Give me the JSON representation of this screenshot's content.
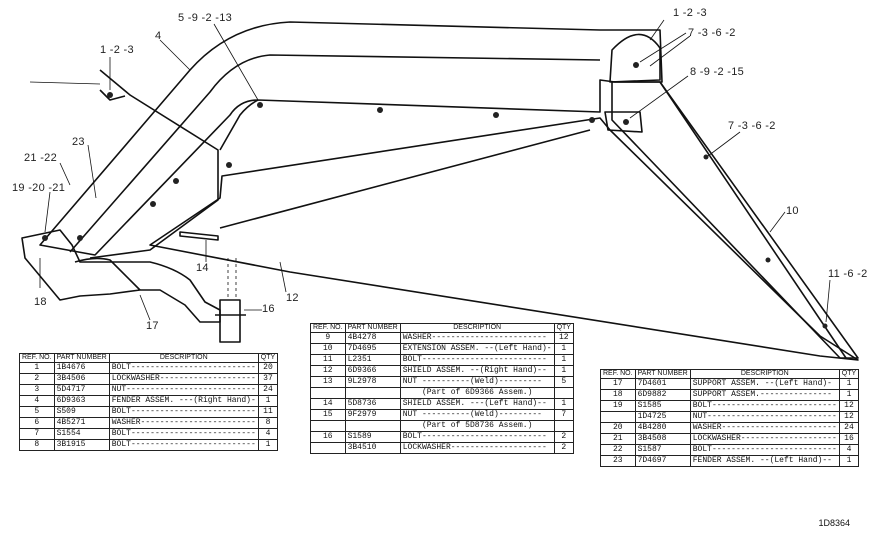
{
  "callouts": [
    "5 -9 -2 -13",
    "4",
    "1 -2 -3",
    "1 -2 -3",
    "7 -3 -6 -2",
    "8 -9 -2 -15",
    "7 -3 -6 -2",
    "10",
    "11 -6 -2",
    "23",
    "21 -22",
    "19 -20 -21",
    "18",
    "14",
    "12",
    "16",
    "17"
  ],
  "table_headers": {
    "ref": "REF. NO.",
    "part": "PART NUMBER",
    "desc": "DESCRIPTION",
    "qty": "QTY"
  },
  "tables": [
    {
      "rows": [
        {
          "ref": "1",
          "part": "1B4676",
          "desc": "BOLT--------------------------",
          "qty": "20"
        },
        {
          "ref": "2",
          "part": "3B4506",
          "desc": "LOCKWASHER--------------------",
          "qty": "37"
        },
        {
          "ref": "3",
          "part": "5D4717",
          "desc": "NUT---------------------------",
          "qty": "24"
        },
        {
          "ref": "4",
          "part": "6D9363",
          "desc": "FENDER ASSEM. ---(Right Hand)-",
          "qty": "1"
        },
        {
          "ref": "5",
          "part": "S509",
          "desc": "BOLT--------------------------",
          "qty": "11"
        },
        {
          "ref": "6",
          "part": "4B5271",
          "desc": "WASHER------------------------",
          "qty": "8"
        },
        {
          "ref": "7",
          "part": "S1554",
          "desc": "BOLT--------------------------",
          "qty": "4"
        },
        {
          "ref": "8",
          "part": "3B1915",
          "desc": "BOLT--------------------------",
          "qty": "1"
        }
      ]
    },
    {
      "rows": [
        {
          "ref": "9",
          "part": "4B4278",
          "desc": "WASHER------------------------",
          "qty": "12"
        },
        {
          "ref": "10",
          "part": "7D4695",
          "desc": "EXTENSION ASSEM. --(Left Hand)-",
          "qty": "1"
        },
        {
          "ref": "11",
          "part": "L2351",
          "desc": "BOLT--------------------------",
          "qty": "1"
        },
        {
          "ref": "12",
          "part": "6D9366",
          "desc": "SHIELD ASSEM. --(Right Hand)--",
          "qty": "1"
        },
        {
          "ref": "13",
          "part": "9L2978",
          "desc": "NUT ----------(Weld)---------",
          "qty": "5"
        },
        {
          "ref": "",
          "part": "",
          "desc": "(Part of 6D9366 Assem.)",
          "qty": ""
        },
        {
          "ref": "14",
          "part": "5D8736",
          "desc": "SHIELD ASSEM. ---(Left Hand)--",
          "qty": "1"
        },
        {
          "ref": "15",
          "part": "9F2979",
          "desc": "NUT ----------(Weld)---------",
          "qty": "7"
        },
        {
          "ref": "",
          "part": "",
          "desc": "(Part of 5D8736 Assem.)",
          "qty": ""
        },
        {
          "ref": "16",
          "part": "S1589",
          "desc": "BOLT--------------------------",
          "qty": "2"
        },
        {
          "ref": "",
          "part": "3B4510",
          "desc": "LOCKWASHER--------------------",
          "qty": "2"
        }
      ]
    },
    {
      "rows": [
        {
          "ref": "17",
          "part": "7D4601",
          "desc": "SUPPORT ASSEM. --(Left Hand)-",
          "qty": "1"
        },
        {
          "ref": "18",
          "part": "6D9882",
          "desc": "SUPPORT ASSEM.---------------",
          "qty": "1"
        },
        {
          "ref": "19",
          "part": "S1585",
          "desc": "BOLT--------------------------",
          "qty": "12"
        },
        {
          "ref": "",
          "part": "1D4725",
          "desc": "NUT---------------------------",
          "qty": "12"
        },
        {
          "ref": "20",
          "part": "4B4280",
          "desc": "WASHER------------------------",
          "qty": "24"
        },
        {
          "ref": "21",
          "part": "3B4508",
          "desc": "LOCKWASHER--------------------",
          "qty": "16"
        },
        {
          "ref": "22",
          "part": "S1587",
          "desc": "BOLT--------------------------",
          "qty": "4"
        },
        {
          "ref": "23",
          "part": "7D4697",
          "desc": "FENDER ASSEM. --(Left Hand)--",
          "qty": "1"
        }
      ]
    }
  ],
  "figure_number": "1D8364"
}
